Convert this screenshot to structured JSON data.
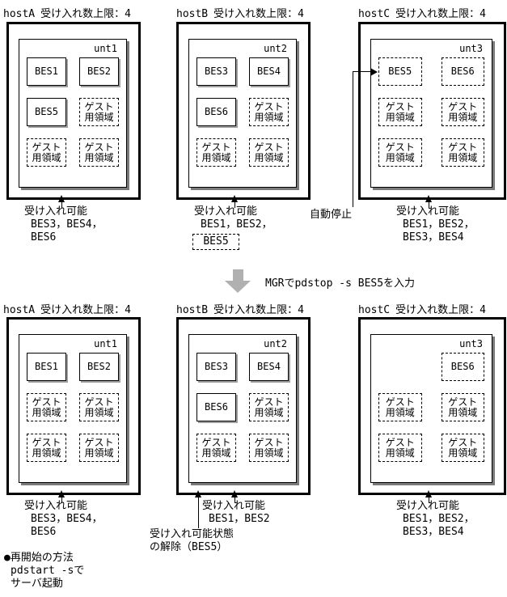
{
  "command": "MGRでpdstop -s BES5を入力",
  "auto_stop": "自動停止",
  "footer": {
    "title": "●再開始の方法",
    "line2": "pdstart -sで",
    "line3": "サーバ起動"
  },
  "top": {
    "hostA": {
      "name": "hostA",
      "capacity": "受け入れ数上限：4",
      "unit": "unt1",
      "cells": [
        {
          "label": "BES1"
        },
        {
          "label": "BES2"
        },
        {
          "label": "BES5"
        },
        {
          "l1": "ゲスト",
          "l2": "用領域"
        },
        {
          "l1": "ゲスト",
          "l2": "用領域"
        },
        {
          "l1": "ゲスト",
          "l2": "用領域"
        }
      ],
      "note": {
        "l1": "受け入れ可能",
        "l2": "BES3，BES4，",
        "l3": "BES6"
      }
    },
    "hostB": {
      "name": "hostB",
      "capacity": "受け入れ数上限：4",
      "unit": "unt2",
      "cells": [
        {
          "label": "BES3"
        },
        {
          "label": "BES4"
        },
        {
          "label": "BES6"
        },
        {
          "l1": "ゲスト",
          "l2": "用領域"
        },
        {
          "l1": "ゲスト",
          "l2": "用領域"
        },
        {
          "l1": "ゲスト",
          "l2": "用領域"
        }
      ],
      "note": {
        "l1": "受け入れ可能",
        "l2": "BES1，BES2，",
        "boxed": "BES5"
      }
    },
    "hostC": {
      "name": "hostC",
      "capacity": "受け入れ数上限：4",
      "unit": "unt3",
      "cells": [
        {
          "label": "BES5"
        },
        {
          "label": "BES6"
        },
        {
          "l1": "ゲスト",
          "l2": "用領域"
        },
        {
          "l1": "ゲスト",
          "l2": "用領域"
        },
        {
          "l1": "ゲスト",
          "l2": "用領域"
        },
        {
          "l1": "ゲスト",
          "l2": "用領域"
        }
      ],
      "note": {
        "l1": "受け入れ可能",
        "l2": "BES1，BES2，",
        "l3": "BES3，BES4"
      }
    }
  },
  "bottom": {
    "hostA": {
      "name": "hostA",
      "capacity": "受け入れ数上限：4",
      "unit": "unt1",
      "cells": [
        {
          "label": "BES1"
        },
        {
          "label": "BES2"
        },
        {
          "l1": "ゲスト",
          "l2": "用領域"
        },
        {
          "l1": "ゲスト",
          "l2": "用領域"
        },
        {
          "l1": "ゲスト",
          "l2": "用領域"
        },
        {
          "l1": "ゲスト",
          "l2": "用領域"
        }
      ],
      "note": {
        "l1": "受け入れ可能",
        "l2": "BES3，BES4，",
        "l3": "BES6"
      }
    },
    "hostB": {
      "name": "hostB",
      "capacity": "受け入れ数上限：4",
      "unit": "unt2",
      "cells": [
        {
          "label": "BES3"
        },
        {
          "label": "BES4"
        },
        {
          "label": "BES6"
        },
        {
          "l1": "ゲスト",
          "l2": "用領域"
        },
        {
          "l1": "ゲスト",
          "l2": "用領域"
        },
        {
          "l1": "ゲスト",
          "l2": "用領域"
        }
      ],
      "note": {
        "l1": "受け入れ可能",
        "l2": "BES1，BES2"
      },
      "note2": {
        "l1": "受け入れ可能状態",
        "l2": "の解除（BES5）"
      }
    },
    "hostC": {
      "name": "hostC",
      "capacity": "受け入れ数上限：4",
      "unit": "unt3",
      "cells": [
        {
          "label": ""
        },
        {
          "label": "BES6"
        },
        {
          "l1": "ゲスト",
          "l2": "用領域"
        },
        {
          "l1": "ゲスト",
          "l2": "用領域"
        },
        {
          "l1": "ゲスト",
          "l2": "用領域"
        },
        {
          "l1": "ゲスト",
          "l2": "用領域"
        }
      ],
      "note": {
        "l1": "受け入れ可能",
        "l2": "BES1，BES2，",
        "l3": "BES3，BES4"
      }
    }
  }
}
